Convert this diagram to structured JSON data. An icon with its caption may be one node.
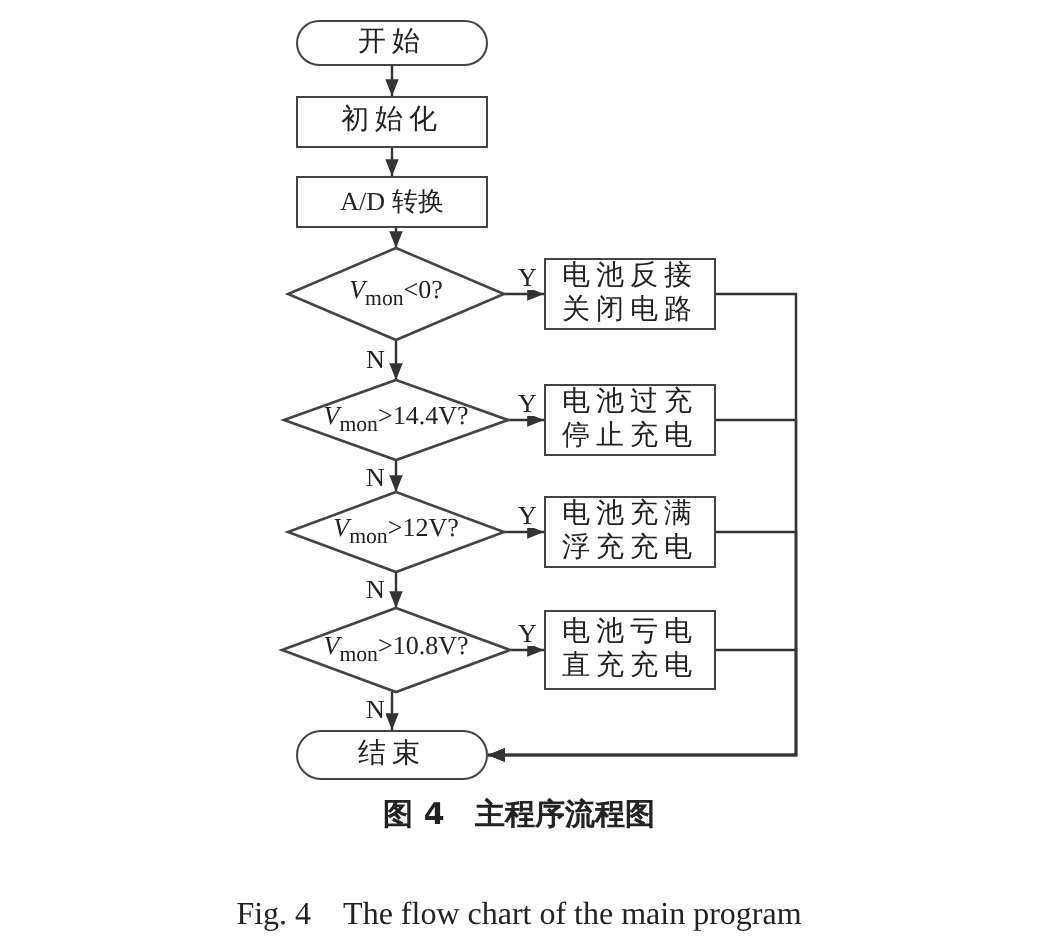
{
  "diagram": {
    "caption": "图 4　主程序流程图",
    "nodes": [
      {
        "text": [
          "开始"
        ]
      },
      {
        "text": [
          "初始化"
        ]
      },
      {
        "text": [
          "A/D 转换"
        ]
      },
      {
        "text": [
          "*V*$_{mon}$<0?"
        ]
      },
      {
        "text": [
          "电池反接关闭电路"
        ]
      },
      {
        "text": [
          "*V*$_{mon}$>14.4V?"
        ]
      },
      {
        "text": [
          "电池过充停止充电"
        ]
      },
      {
        "text": [
          "*V*$_{mon}$>12V?"
        ]
      },
      {
        "text": [
          "电池充满浮充充电"
        ]
      },
      {
        "text": [
          "*V*$_{mon}$>10.8V?"
        ]
      },
      {
        "text": [
          "电池亏电直充充电"
        ]
      },
      {
        "text": [
          "结束"
        ]
      }
    ],
    "edges": [
      {
        "from": 0,
        "to": 1,
        "arrow": "to"
      },
      {
        "from": 1,
        "to": 2,
        "arrow": "to"
      },
      {
        "from": 2,
        "to": 3,
        "arrow": "to"
      },
      {
        "from": 3,
        "to": 4,
        "arrow": "to",
        "label": "Y"
      },
      {
        "from": 3,
        "to": 5,
        "arrow": "to",
        "label": "N"
      },
      {
        "from": 5,
        "to": 6,
        "arrow": "to",
        "label": "Y"
      },
      {
        "from": 5,
        "to": 7,
        "arrow": "to",
        "label": "N"
      },
      {
        "from": 7,
        "to": 8,
        "arrow": "to",
        "label": "Y"
      },
      {
        "from": 7,
        "to": 9,
        "arrow": "to",
        "label": "N"
      },
      {
        "from": 9,
        "to": 10,
        "arrow": "to",
        "label": "Y"
      },
      {
        "from": 9,
        "to": 11,
        "arrow": "to",
        "label": "N"
      },
      {
        "from": 4,
        "to": 11,
        "arrow": "to"
      },
      {
        "from": 6,
        "to": 11,
        "arrow": "to"
      },
      {
        "from": 8,
        "to": 11,
        "arrow": "to"
      },
      {
        "from": 10,
        "to": 11,
        "arrow": "to"
      }
    ],
    "labels": [
      "Fig. 4　The flow chart of the main program"
    ]
  }
}
